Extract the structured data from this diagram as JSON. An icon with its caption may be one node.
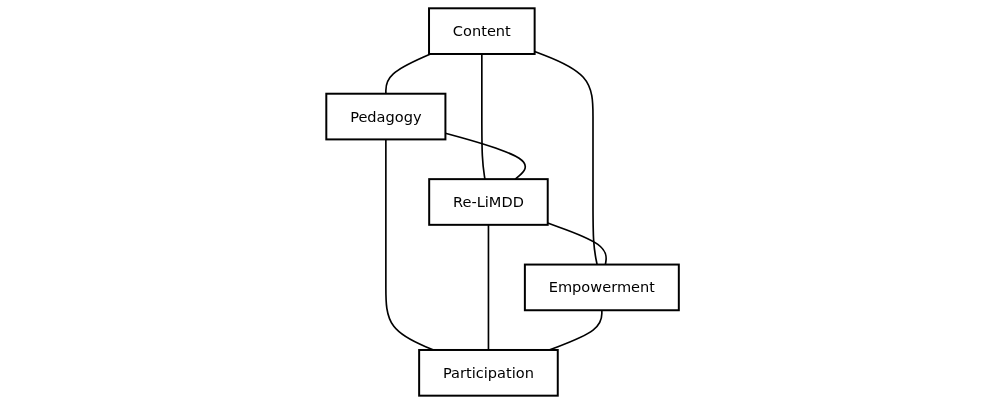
{
  "diagram": {
    "nodes": [
      {
        "text": [
          "Content"
        ]
      },
      {
        "text": [
          "Pedagogy"
        ]
      },
      {
        "text": [
          "Re-LiMDD"
        ]
      },
      {
        "text": [
          "Empowerment"
        ]
      },
      {
        "text": [
          "Participation"
        ]
      }
    ],
    "edges": [
      {
        "from": 0,
        "to": 1,
        "arrow": "none"
      },
      {
        "from": 0,
        "to": 2,
        "arrow": "none"
      },
      {
        "from": 1,
        "to": 2,
        "arrow": "none"
      },
      {
        "from": 0,
        "to": 3,
        "arrow": "none"
      },
      {
        "from": 1,
        "to": 4,
        "arrow": "none"
      },
      {
        "from": 2,
        "to": 3,
        "arrow": "none"
      },
      {
        "from": 2,
        "to": 4,
        "arrow": "none"
      },
      {
        "from": 3,
        "to": 4,
        "arrow": "none"
      }
    ]
  }
}
